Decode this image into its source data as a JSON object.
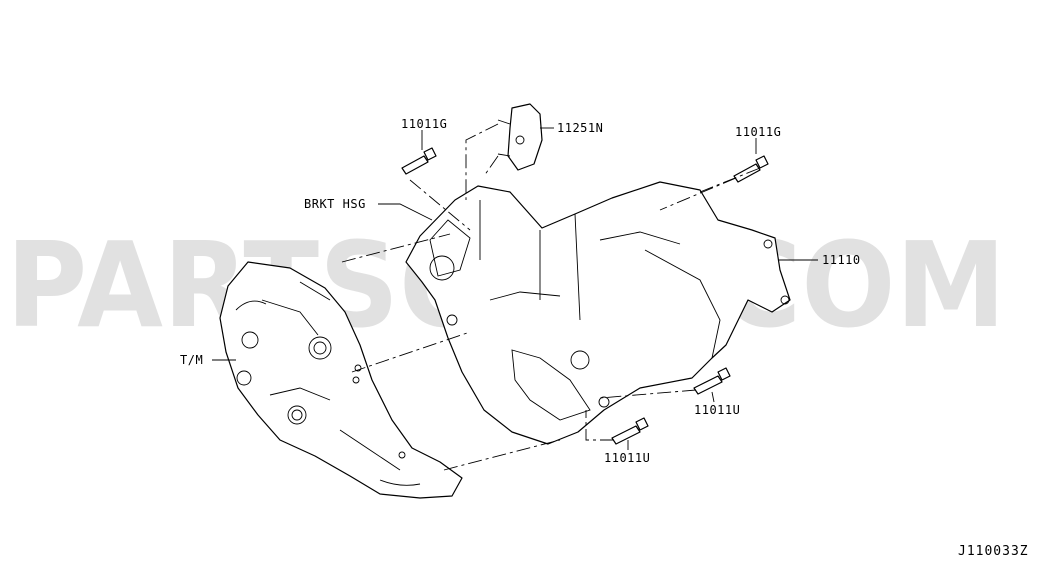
{
  "watermark": "PARTSOUQ.COM",
  "diagram_ref": "J110033Z",
  "callouts": {
    "bolt_top_left": "11011G",
    "bracket": "11251N",
    "bolt_top_right": "11011G",
    "brkt_hsg": "BRKT HSG",
    "oil_pan": "11110",
    "transmission": "T/M",
    "bolt_lower_right": "11011U",
    "bolt_lower_center": "11011U"
  },
  "colors": {
    "line": "#000000",
    "background": "#ffffff",
    "watermark": "#c8c8c8"
  }
}
